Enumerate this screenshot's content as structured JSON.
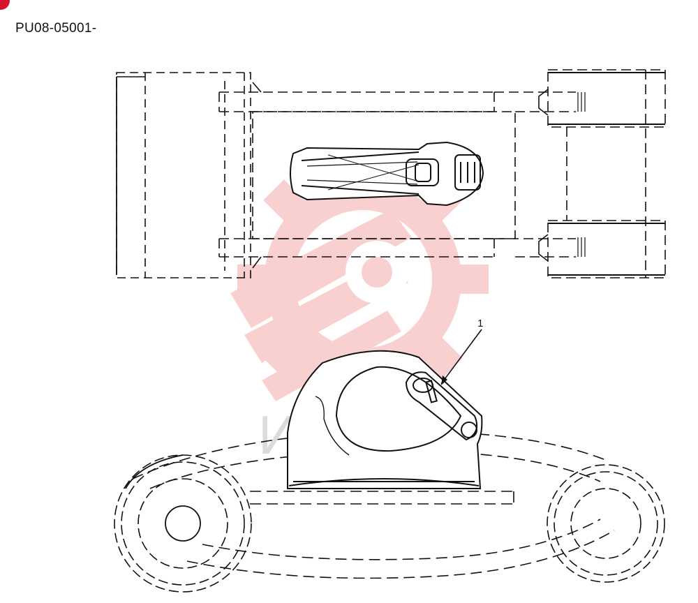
{
  "header": {
    "code": "PU08-05001-"
  },
  "diagram": {
    "callout_number": "1"
  },
  "watermark": {
    "text": "ИНТЕХ",
    "color": "#f0a0a0"
  },
  "colors": {
    "line": "#111111",
    "brand_mark": "#d9122b"
  }
}
